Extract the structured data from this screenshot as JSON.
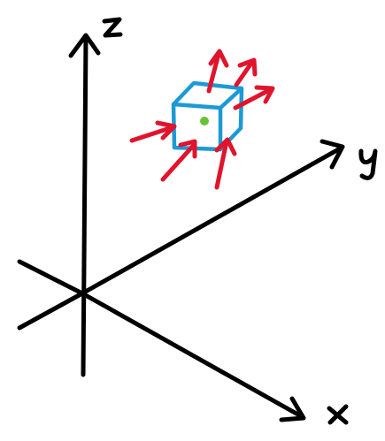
{
  "axes": {
    "z_label": "z",
    "y_label": "y",
    "x_label": "x"
  },
  "colors": {
    "axis": "#000000",
    "cube": "#1c9ad6",
    "arrow": "#e0142c",
    "point": "#67c23a"
  },
  "icons": {
    "cube": "cube-icon",
    "point": "center-point",
    "arrows": "outward-flux-arrows"
  }
}
